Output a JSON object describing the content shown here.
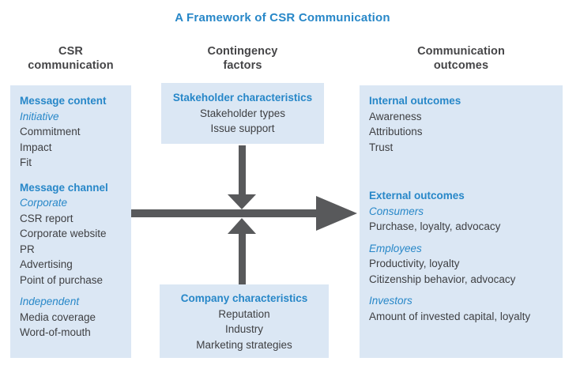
{
  "title": "A Framework of CSR Communication",
  "column_headers": {
    "csr": {
      "line1": "CSR",
      "line2": "communication"
    },
    "contingency": {
      "line1": "Contingency",
      "line2": "factors"
    },
    "outcomes": {
      "line1": "Communication",
      "line2": "outcomes"
    }
  },
  "csr_communication_box": {
    "message_content": {
      "heading": "Message content",
      "type_label": "Initiative",
      "items": [
        "Commitment",
        "Impact",
        "Fit"
      ]
    },
    "message_channel": {
      "heading": "Message channel",
      "corporate_label": "Corporate",
      "corporate_items": [
        "CSR report",
        "Corporate website",
        "PR",
        "Advertising",
        "Point of purchase"
      ],
      "independent_label": "Independent",
      "independent_items": [
        "Media coverage",
        "Word-of-mouth"
      ]
    }
  },
  "stakeholder_box": {
    "heading": "Stakeholder characteristics",
    "items": [
      "Stakeholder types",
      "Issue support"
    ]
  },
  "company_box": {
    "heading": "Company characteristics",
    "items": [
      "Reputation",
      "Industry",
      "Marketing strategies"
    ]
  },
  "outcomes_box": {
    "internal": {
      "heading": "Internal outcomes",
      "items": [
        "Awareness",
        "Attributions",
        "Trust"
      ]
    },
    "external": {
      "heading": "External outcomes",
      "consumers_label": "Consumers",
      "consumers_items": [
        "Purchase, loyalty, advocacy"
      ],
      "employees_label": "Employees",
      "employees_items": [
        "Productivity, loyalty",
        "Citizenship behavior, advocacy"
      ],
      "investors_label": "Investors",
      "investors_items": [
        "Amount of invested capital, loyalty"
      ]
    }
  },
  "colors": {
    "accent_blue": "#2787c8",
    "box_background": "#dbe7f4",
    "arrow_gray": "#58595b",
    "header_gray": "#454547",
    "body_text": "#3e3f42"
  }
}
